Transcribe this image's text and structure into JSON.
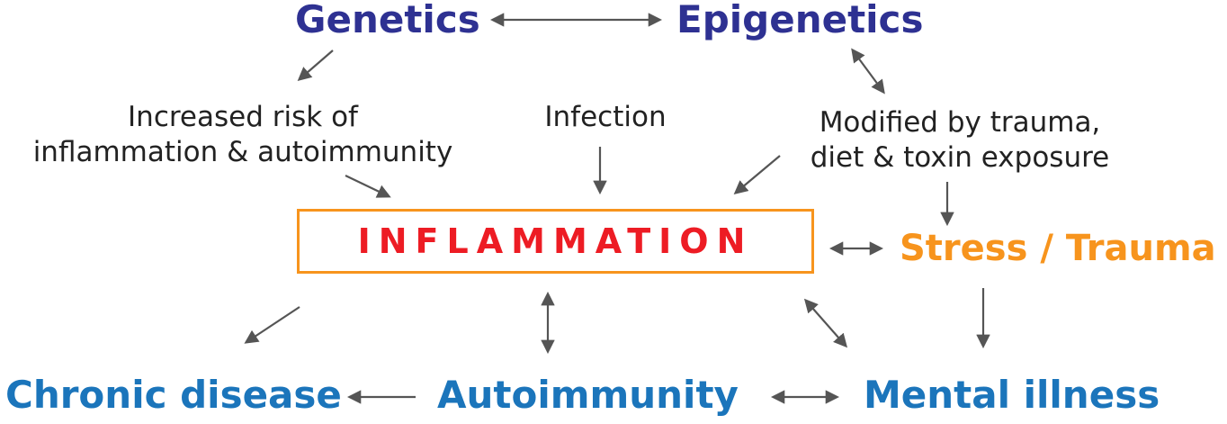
{
  "nodes": {
    "genetics": "Genetics",
    "epigenetics": "Epigenetics",
    "increased_risk": [
      "Increased risk of",
      "inflammation & autoimmunity"
    ],
    "infection": "Infection",
    "modified_by": [
      "Modified by trauma,",
      "diet & toxin exposure"
    ],
    "inflammation": "INFLAMMATION",
    "stress_trauma": "Stress / Trauma",
    "chronic_disease": "Chronic disease",
    "autoimmunity": "Autoimmunity",
    "mental_illness": "Mental illness"
  },
  "colors": {
    "dark_blue": "#2e3192",
    "blue": "#1b75bb",
    "orange": "#f7941d",
    "red": "#ed1c24",
    "arrow": "#555555"
  }
}
